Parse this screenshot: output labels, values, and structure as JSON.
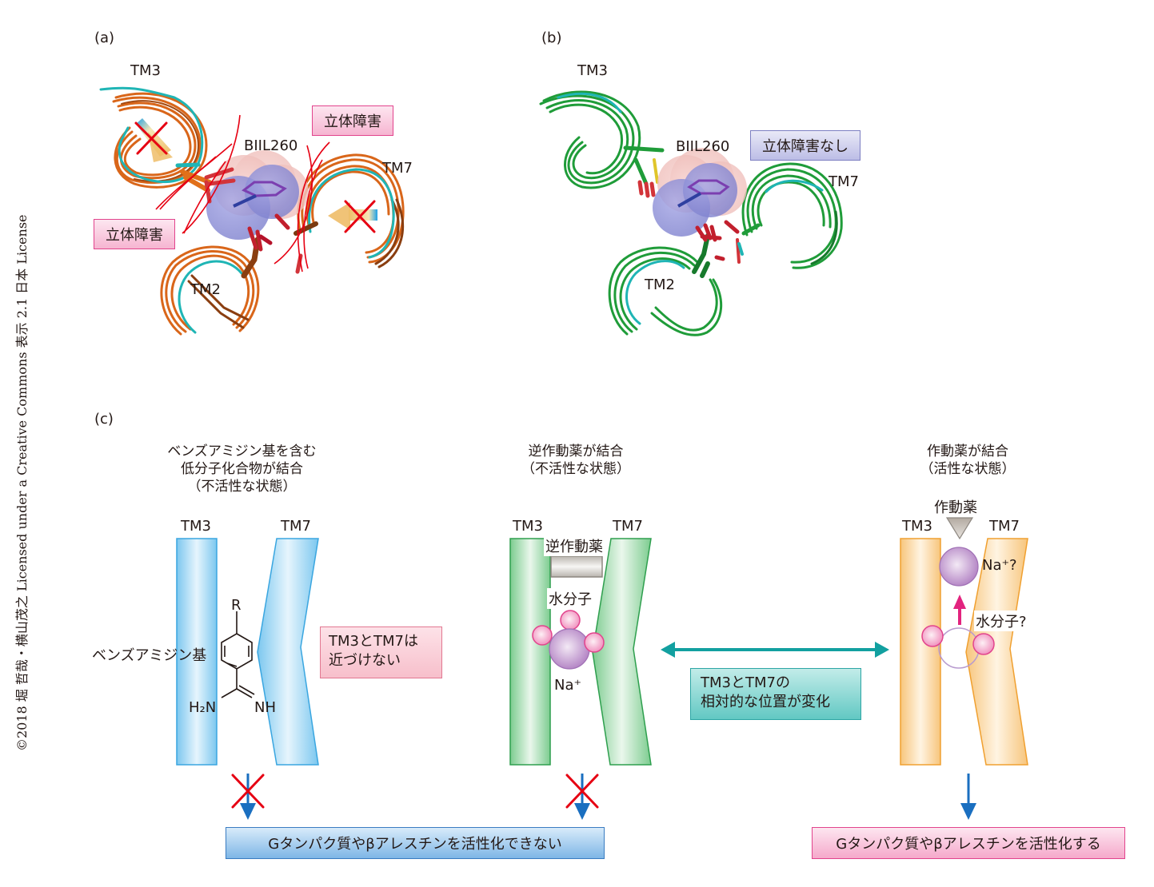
{
  "copyright": "©2018 堀 哲哉・横山茂之 Licensed under a Creative Commons 表示 2.1 日本 License",
  "panel_a": {
    "label": "(a)",
    "helix_labels": {
      "tm3": "TM3",
      "tm7": "TM7",
      "tm2": "TM2"
    },
    "ligand": "BIIL260",
    "clash_upper": "立体障害",
    "clash_left": "立体障害",
    "colors": {
      "helix": "#e1701a",
      "reference": "#1fb5b5",
      "clash_line": "#e60012",
      "cross": "#e60012"
    }
  },
  "panel_b": {
    "label": "(b)",
    "helix_labels": {
      "tm3": "TM3",
      "tm7": "TM7",
      "tm2": "TM2"
    },
    "ligand": "BIIL260",
    "no_clash": "立体障害なし",
    "colors": {
      "helix": "#22a33b",
      "reference": "#1fb5b5"
    }
  },
  "panel_c": {
    "label": "(c)",
    "states": [
      {
        "title_lines": [
          "ベンズアミジン基を含む",
          "低分子化合物が結合",
          "（不活性な状態）"
        ],
        "tm3": "TM3",
        "tm7": "TM7",
        "group_label": "ベンズアミジン基",
        "chem": {
          "r": "R",
          "left": "H₂N",
          "right": "NH"
        },
        "note_lines": [
          "TM3とTM7は",
          "近づけない"
        ],
        "color": "#5bbcea"
      },
      {
        "title_lines": [
          "逆作動薬が結合",
          "（不活性な状態）"
        ],
        "tm3": "TM3",
        "tm7": "TM7",
        "ligand_label": "逆作動薬",
        "water_label": "水分子",
        "ion_label": "Na⁺",
        "color": "#4db66a"
      },
      {
        "title_lines": [
          "作動薬が結合",
          "（活性な状態）"
        ],
        "tm3": "TM3",
        "tm7": "TM7",
        "ligand_label": "作動薬",
        "ion_label": "Na⁺?",
        "water_label": "水分子?",
        "color": "#f5b04c"
      }
    ],
    "transition_note_lines": [
      "TM3とTM7の",
      "相対的な位置が変化"
    ],
    "result_inactive": "Gタンパク質やβアレスチンを活性化できない",
    "result_active": "Gタンパク質やβアレスチンを活性化する"
  }
}
